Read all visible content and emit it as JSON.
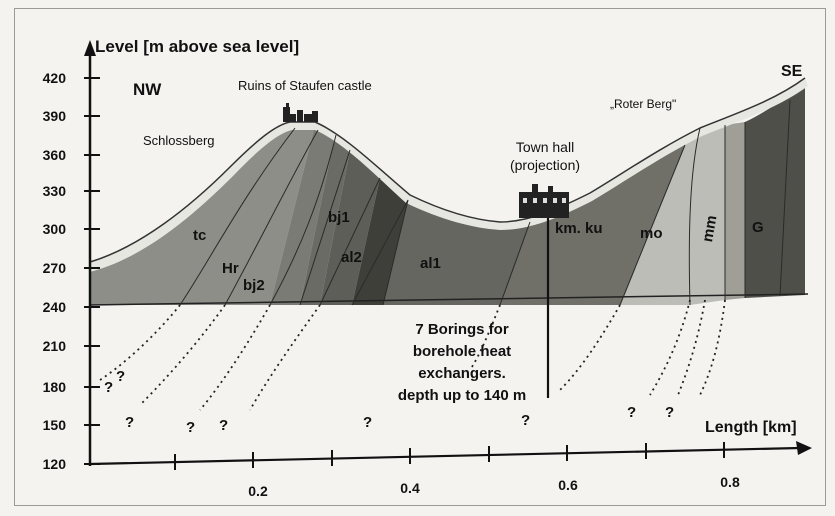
{
  "axis": {
    "y_title": "Level [m  above sea level]",
    "x_title": "Length [km]",
    "y_ticks": [
      "420",
      "390",
      "360",
      "330",
      "300",
      "270",
      "240",
      "210",
      "180",
      "150",
      "120"
    ],
    "x_ticks": [
      "0.2",
      "0.4",
      "0.6",
      "0.8"
    ]
  },
  "labels": {
    "nw": "NW",
    "se": "SE",
    "ruins": "Ruins of Staufen castle",
    "schlossberg": "Schlossberg",
    "roter_berg": "„Roter Berg\"",
    "town_hall_1": "Town hall",
    "town_hall_2": "(projection)",
    "borings_1": "7 Borings for",
    "borings_2": "borehole heat",
    "borings_3": "exchangers.",
    "borings_4": "depth up to 140 m"
  },
  "units": {
    "tc": "tc",
    "hr": "Hr",
    "bj2": "bj2",
    "bj1": "bj1",
    "al2": "al2",
    "al1": "al1",
    "km_ku": "km. ku",
    "mo": "mo",
    "mm": "mm",
    "g": "G"
  },
  "question_mark": "?",
  "colors": {
    "surface_band": "#e7e7e2",
    "tc": "#8e8e88",
    "hr": "#7b7b75",
    "bj2": "#6b6b65",
    "bj": "#5e5e58",
    "al2": "#3f3f3a",
    "al1": "#666660",
    "km": "#707069",
    "mo": "#bdbdb7",
    "mm": "#9f9f98",
    "g": "#4f4f4a"
  }
}
